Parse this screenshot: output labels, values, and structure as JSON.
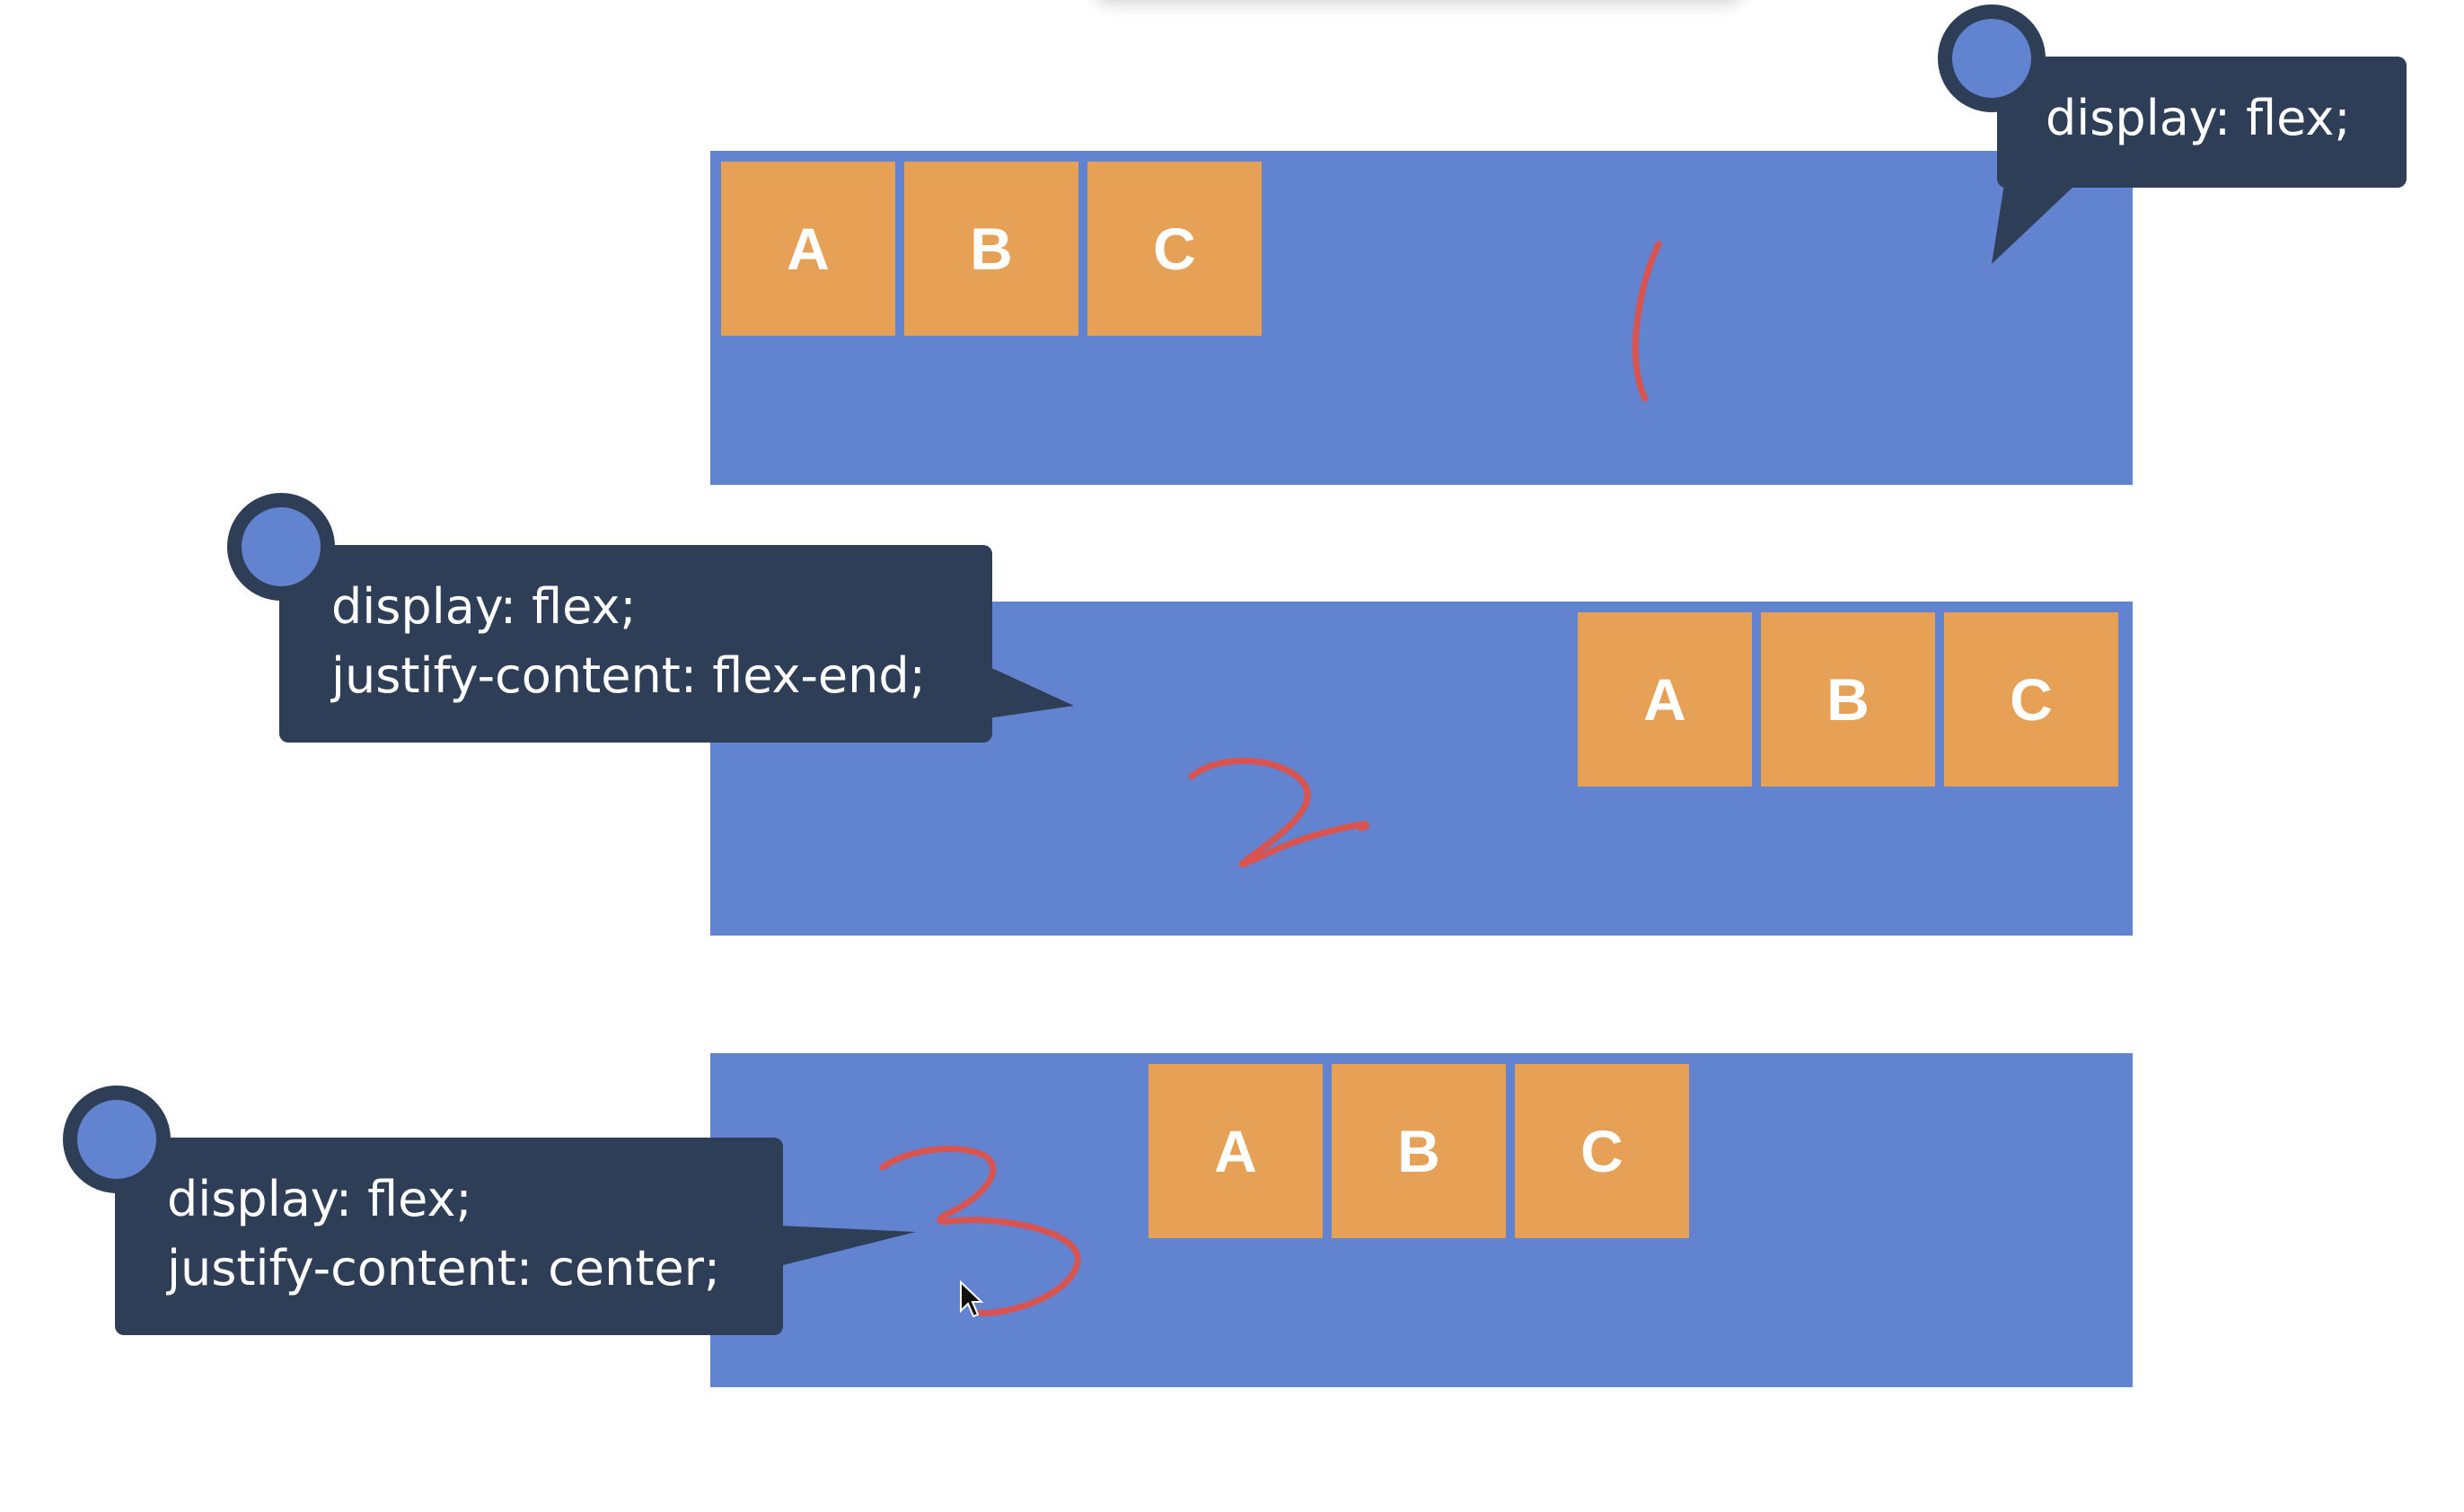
{
  "colors": {
    "container": "#6283cf",
    "item": "#e6a157",
    "item_text": "#ffffff",
    "callout": "#2e3e56",
    "callout_text": "#ffffff",
    "annotation": "#d9534f"
  },
  "examples": [
    {
      "items": [
        "A",
        "B",
        "C"
      ],
      "callout_lines": [
        "display: flex;"
      ],
      "annotation_number": "1"
    },
    {
      "items": [
        "A",
        "B",
        "C"
      ],
      "callout_lines": [
        "display: flex;",
        "justify-content: flex-end;"
      ],
      "annotation_number": "2"
    },
    {
      "items": [
        "A",
        "B",
        "C"
      ],
      "callout_lines": [
        "display: flex;",
        "justify-content: center;"
      ],
      "annotation_number": "3"
    }
  ],
  "cursor_icon": "arrow-cursor-icon"
}
